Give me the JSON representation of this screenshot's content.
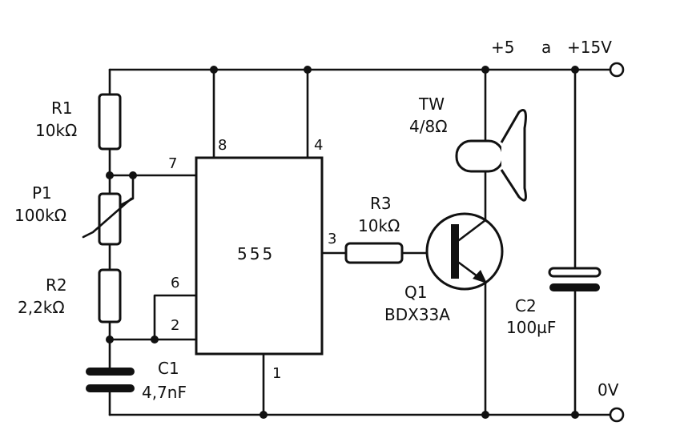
{
  "supply": {
    "v5": "+5",
    "a": "a",
    "v15": "+15V",
    "ground": "0V"
  },
  "ic": {
    "name": "555",
    "pin8": "8",
    "pin4": "4",
    "pin7": "7",
    "pin6": "6",
    "pin2": "2",
    "pin3": "3",
    "pin1": "1"
  },
  "r1": {
    "ref": "R1",
    "value": "10kΩ"
  },
  "p1": {
    "ref": "P1",
    "value": "100kΩ"
  },
  "r2": {
    "ref": "R2",
    "value": "2,2kΩ"
  },
  "c1": {
    "ref": "C1",
    "value": "4,7nF"
  },
  "r3": {
    "ref": "R3",
    "value": "10kΩ"
  },
  "q1": {
    "ref": "Q1",
    "value": "BDX33A"
  },
  "tw": {
    "ref": "TW",
    "value": "4/8Ω"
  },
  "c2": {
    "ref": "C2",
    "value": "100µF"
  }
}
